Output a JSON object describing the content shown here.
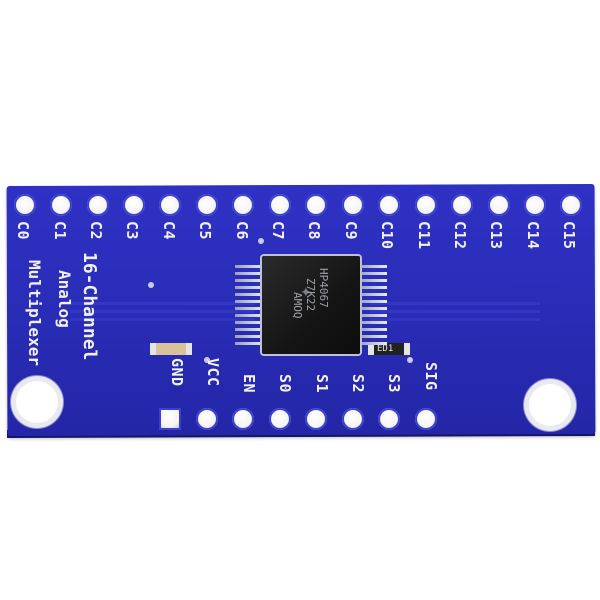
{
  "scene": {
    "subject": "16-channel analog multiplexer breakout board",
    "board_color": "#2d30bf",
    "pad_color": "#ffffff",
    "label_color": "#f2f2f2"
  },
  "board": {
    "title_line1": "16-Channel",
    "title_line2": "Analog",
    "title_line3": "Multiplexer",
    "top_pins": [
      "C0",
      "C1",
      "C2",
      "C3",
      "C4",
      "C5",
      "C6",
      "C7",
      "C8",
      "C9",
      "C10",
      "C11",
      "C12",
      "C13",
      "C14",
      "C15"
    ],
    "bottom_pins": [
      "GND",
      "VCC",
      "EN",
      "S0",
      "S1",
      "S2",
      "S3",
      "SIG"
    ]
  },
  "chip": {
    "marking_line1": "HP4067",
    "marking_line2": "Z7K22",
    "marking_line3": "AMOQ"
  },
  "resistor_label": "ED1"
}
